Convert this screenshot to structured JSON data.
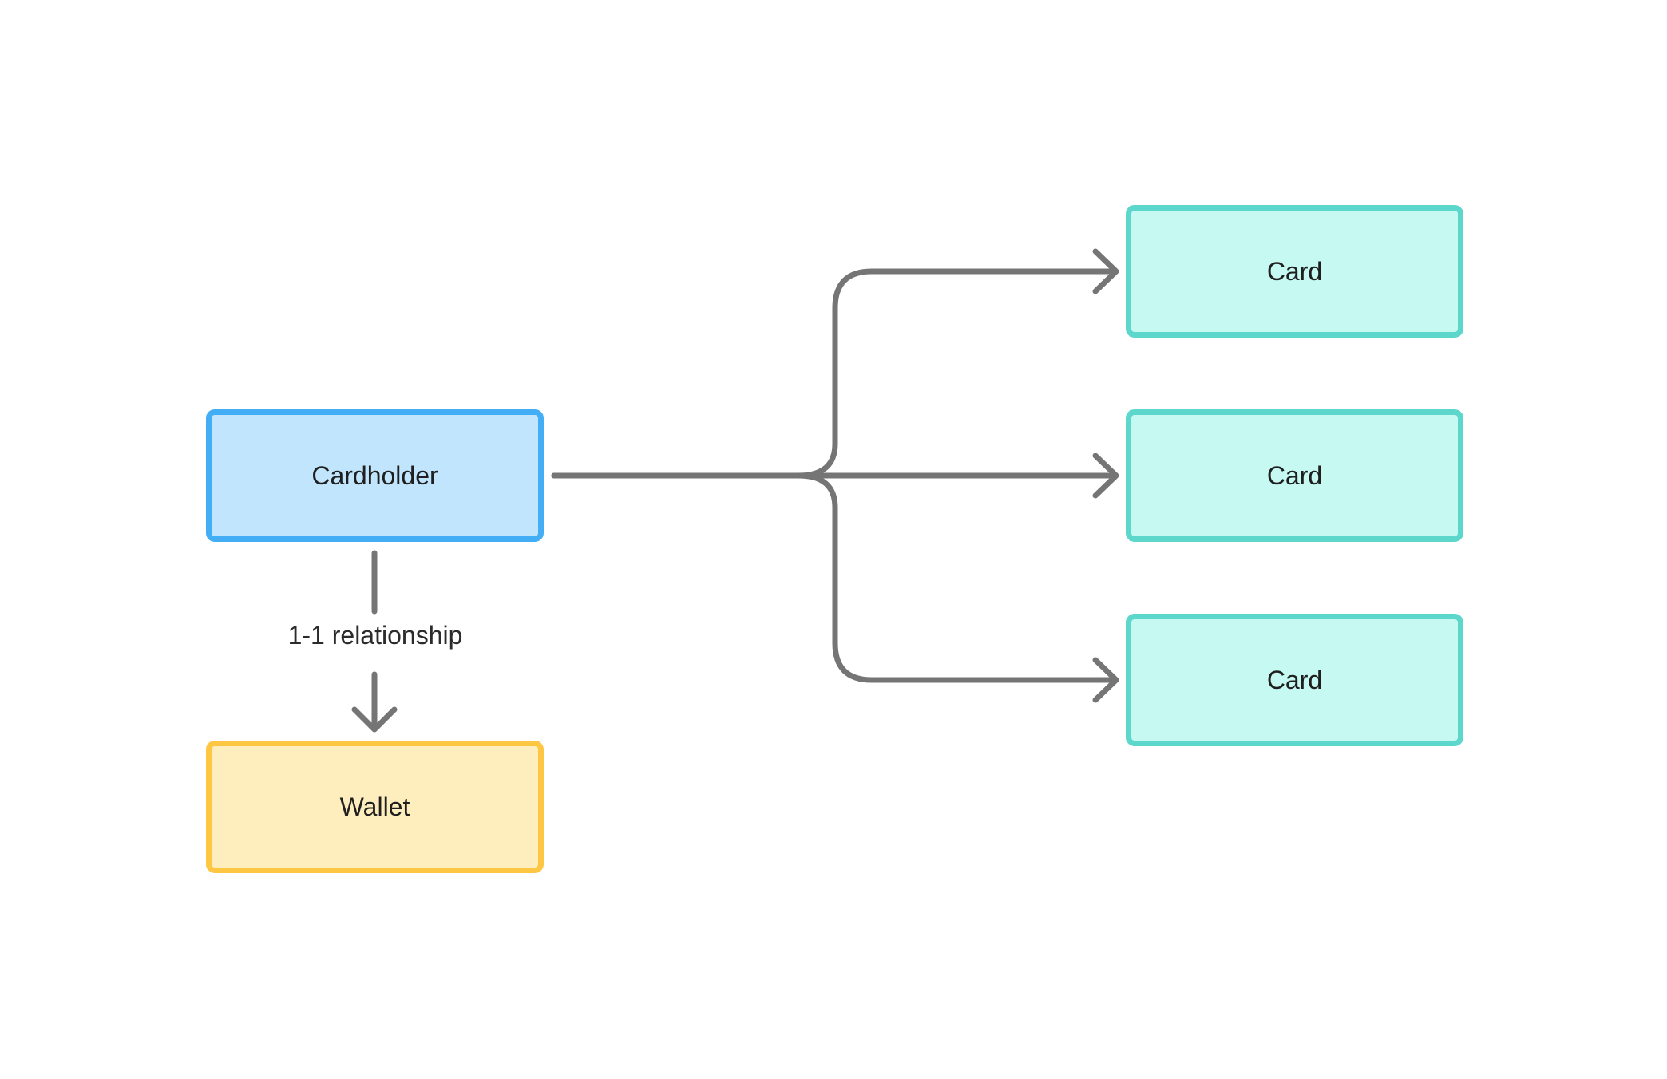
{
  "diagram": {
    "nodes": {
      "cardholder": {
        "label": "Cardholder",
        "fill": "#c1e5fd",
        "border": "#43aef5"
      },
      "wallet": {
        "label": "Wallet",
        "fill": "#feedbd",
        "border": "#fdc743"
      },
      "cards": [
        {
          "label": "Card",
          "fill": "#c5f9f2",
          "border": "#5dd7cb"
        },
        {
          "label": "Card",
          "fill": "#c5f9f2",
          "border": "#5dd7cb"
        },
        {
          "label": "Card",
          "fill": "#c5f9f2",
          "border": "#5dd7cb"
        }
      ]
    },
    "edges": [
      {
        "from": "cardholder",
        "to": "wallet",
        "label": "1-1 relationship"
      },
      {
        "from": "cardholder",
        "to": "card-1"
      },
      {
        "from": "cardholder",
        "to": "card-2"
      },
      {
        "from": "cardholder",
        "to": "card-3"
      }
    ],
    "connector_color": "#757575"
  }
}
